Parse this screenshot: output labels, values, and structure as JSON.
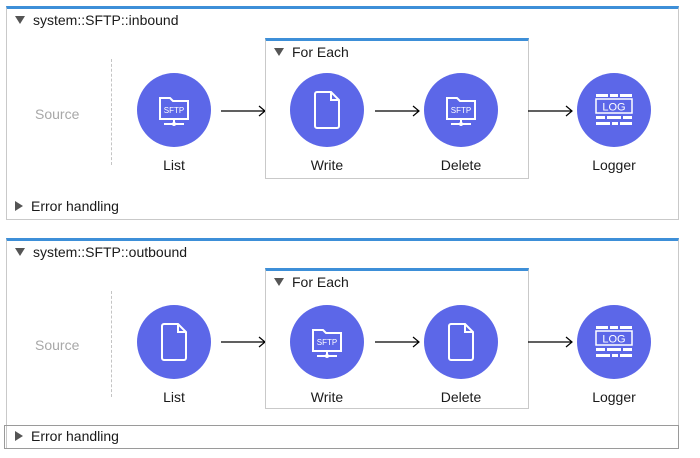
{
  "flows": [
    {
      "title": "system::SFTP::inbound",
      "source_label": "Source",
      "foreach_label": "For Each",
      "error_label": "Error handling",
      "nodes": [
        {
          "label": "List",
          "icon": "sftp-icon"
        },
        {
          "label": "Write",
          "icon": "file-icon"
        },
        {
          "label": "Delete",
          "icon": "sftp-icon"
        },
        {
          "label": "Logger",
          "icon": "log-icon"
        }
      ]
    },
    {
      "title": "system::SFTP::outbound",
      "source_label": "Source",
      "foreach_label": "For Each",
      "error_label": "Error handling",
      "nodes": [
        {
          "label": "List",
          "icon": "file-icon"
        },
        {
          "label": "Write",
          "icon": "sftp-icon"
        },
        {
          "label": "Delete",
          "icon": "file-icon"
        },
        {
          "label": "Logger",
          "icon": "log-icon"
        }
      ]
    }
  ],
  "icon_text": {
    "sftp": "SFTP",
    "log": "LOG"
  },
  "colors": {
    "accent": "#3d8fd8",
    "node": "#5c67e8",
    "border": "#c9c9c9"
  }
}
